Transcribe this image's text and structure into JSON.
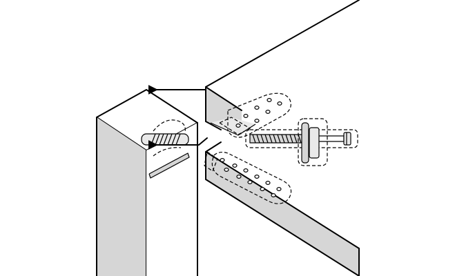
{
  "diagram": {
    "kind": "assembly-illustration",
    "parts": [
      {
        "id": "table-leg",
        "icon": "wood-post"
      },
      {
        "id": "apron-corner",
        "icon": "wood-rails"
      },
      {
        "id": "corner-bracket-upper",
        "icon": "perforated-plate"
      },
      {
        "id": "corner-bracket-lower",
        "icon": "perforated-plate"
      },
      {
        "id": "hanger-bolt",
        "icon": "threaded-bolt"
      },
      {
        "id": "wing-nut-washer",
        "icon": "washer-nut"
      }
    ],
    "arrows": [
      {
        "id": "insert-upper",
        "direction": "left"
      },
      {
        "id": "insert-lower",
        "direction": "left"
      }
    ],
    "colors": {
      "ink": "#000000",
      "wood_face": "#d6d6d6",
      "wood_light": "#e9e9e9",
      "background": "#ffffff"
    }
  }
}
